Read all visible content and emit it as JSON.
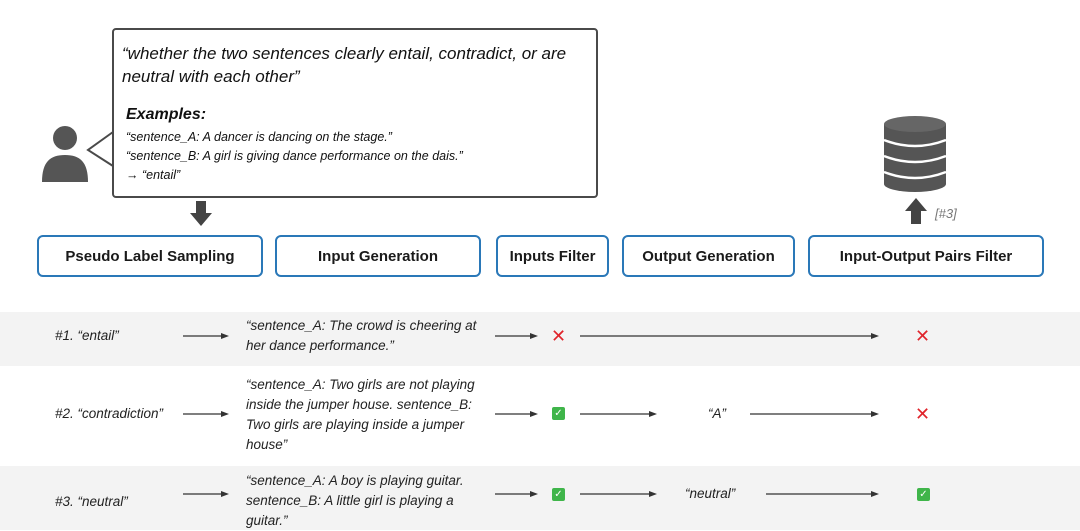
{
  "instruction": "“whether the two sentences clearly entail, contradict, or are neutral with each other”",
  "examples": {
    "title": "Examples:",
    "lines": [
      "“sentence_A: A dancer is dancing on the stage.”",
      "“sentence_B: A girl is giving dance performance on the dais.”",
      "→ “entail”"
    ]
  },
  "stages": [
    "Pseudo Label Sampling",
    "Input Generation",
    "Inputs Filter",
    "Output Generation",
    "Input-Output Pairs Filter"
  ],
  "db_note": "[#3]",
  "rows": [
    {
      "label": "#1. “entail”",
      "input": "“sentence_A: The crowd is cheering at her dance performance.”",
      "inputs_filter": "reject",
      "output": "",
      "pair_filter": "reject"
    },
    {
      "label": "#2. “contradiction”",
      "input": "“sentence_A: Two girls are not playing inside the jumper house. sentence_B: Two girls are playing inside a jumper house”",
      "inputs_filter": "accept",
      "output": "“A”",
      "pair_filter": "reject"
    },
    {
      "label": "#3. “neutral”",
      "input": "“sentence_A: A boy is playing guitar. sentence_B: A little girl is playing a guitar.”",
      "inputs_filter": "accept",
      "output": "“neutral”",
      "pair_filter": "accept"
    }
  ],
  "icons": {
    "user": "user-icon",
    "database": "database-icon",
    "accept": "check-icon",
    "reject": "cross-icon"
  },
  "colors": {
    "stage_border": "#2a78b8",
    "accept": "#3fb54a",
    "reject": "#e0242b",
    "row_shade": "#f3f3f3"
  }
}
